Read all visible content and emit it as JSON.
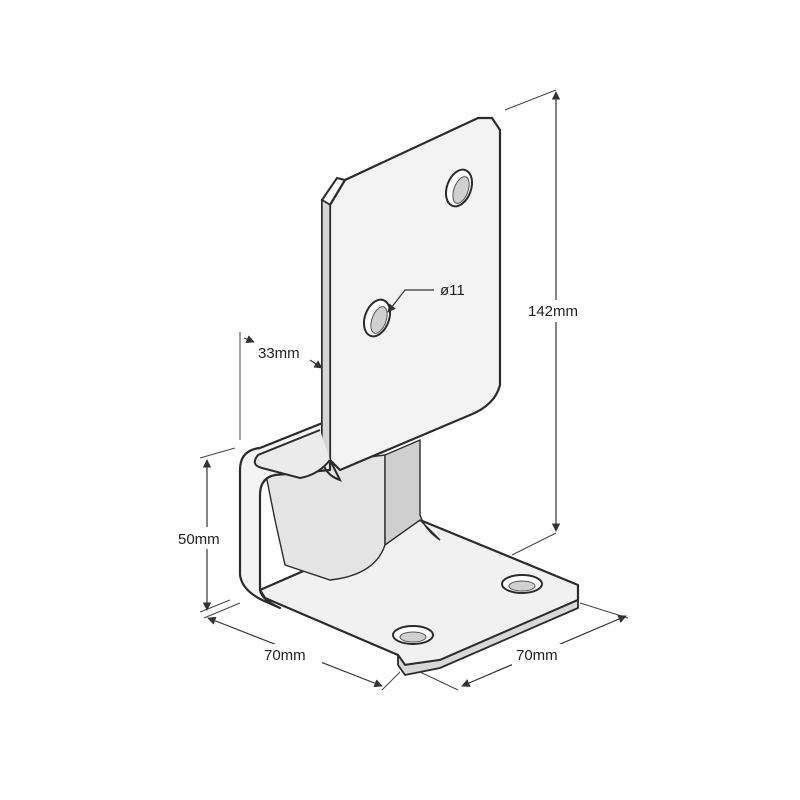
{
  "drawing": {
    "dimensions": {
      "height": "142mm",
      "hole_diameter": "ø11",
      "offset": "33mm",
      "base_height": "50mm",
      "base_width": "70mm",
      "base_depth": "70mm"
    },
    "colors": {
      "line": "#2b2b2b",
      "face_light": "#f2f2f2",
      "face_mid": "#e6e6e6",
      "face_shadow": "#cfcfcf",
      "background": "#ffffff"
    }
  }
}
